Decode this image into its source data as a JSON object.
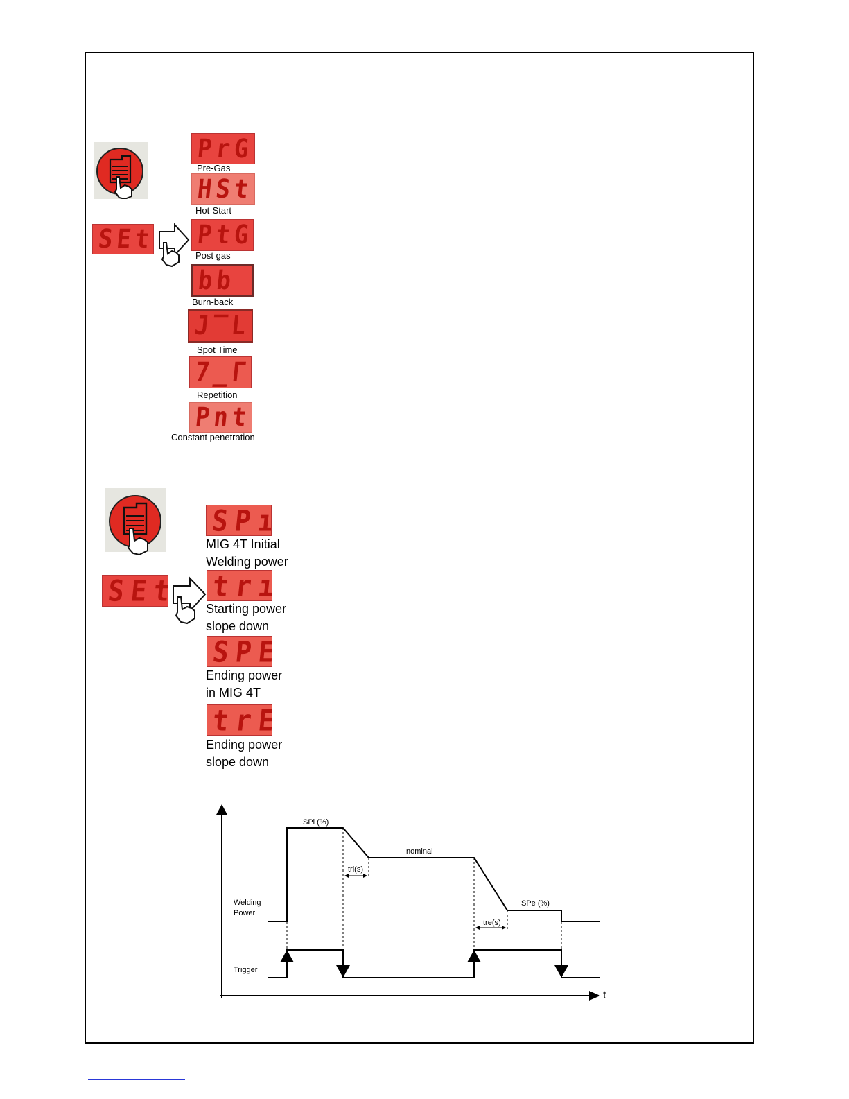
{
  "section1": {
    "set_display": "SEt",
    "items": [
      {
        "code": "PrG",
        "label": "Pre-Gas"
      },
      {
        "code": "HSt",
        "label": "Hot-Start"
      },
      {
        "code": "PtG",
        "label": "Post gas"
      },
      {
        "code": "bb",
        "label": "Burn-back"
      },
      {
        "code": "J‾L",
        "label": "Spot Time"
      },
      {
        "code": "7_Γ",
        "label": "Repetition"
      },
      {
        "code": "Pnt",
        "label": "Constant penetration"
      }
    ]
  },
  "section2": {
    "set_display": "SEt",
    "items": [
      {
        "code": "SPı",
        "label_line1": "MIG 4T Initial",
        "label_line2": "Welding power"
      },
      {
        "code": "trı",
        "label_line1": "Starting power",
        "label_line2": "slope down"
      },
      {
        "code": "SPE",
        "label_line1": "Ending power",
        "label_line2": "in MIG 4T"
      },
      {
        "code": "trE",
        "label_line1": "Ending power",
        "label_line2": "slope down"
      }
    ]
  },
  "diagram": {
    "spi_label": "SPi (%)",
    "nominal_label": "nominal",
    "tri_label": "tri(s)",
    "tre_label": "tre(s)",
    "spe_label": "SPe (%)",
    "welding_label_1": "Welding",
    "welding_label_2": "Power",
    "trigger_label": "Trigger",
    "t_label": "t"
  }
}
